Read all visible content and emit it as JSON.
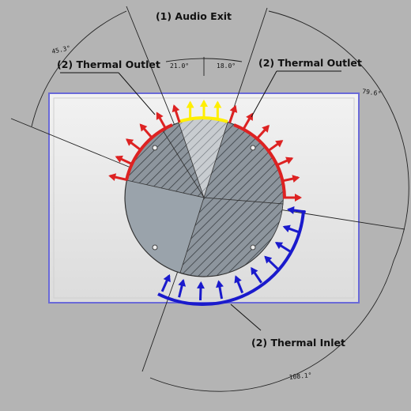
{
  "labels": {
    "audio_exit": "(1) Audio Exit",
    "thermal_outlet_left": "(2) Thermal Outlet",
    "thermal_outlet_right": "(2) Thermal Outlet",
    "thermal_inlet": "(2) Thermal Inlet"
  },
  "dimensions": {
    "angle_1": "45.3°",
    "angle_2": "21.0°",
    "angle_3": "18.0°",
    "angle_4": "79.6°",
    "angle_5": "108.1°"
  },
  "colors": {
    "background": "#b4b4b4",
    "plate": "#e8e8e8",
    "plate_border": "#6a6ad8",
    "disc": "#9aa3ab",
    "audio_arrows": "#ffee00",
    "outlet_arrows": "#dd2222",
    "inlet_arrows": "#1a1acc"
  },
  "icons": {
    "arrow": "arrow-icon",
    "screw": "screw-icon"
  }
}
